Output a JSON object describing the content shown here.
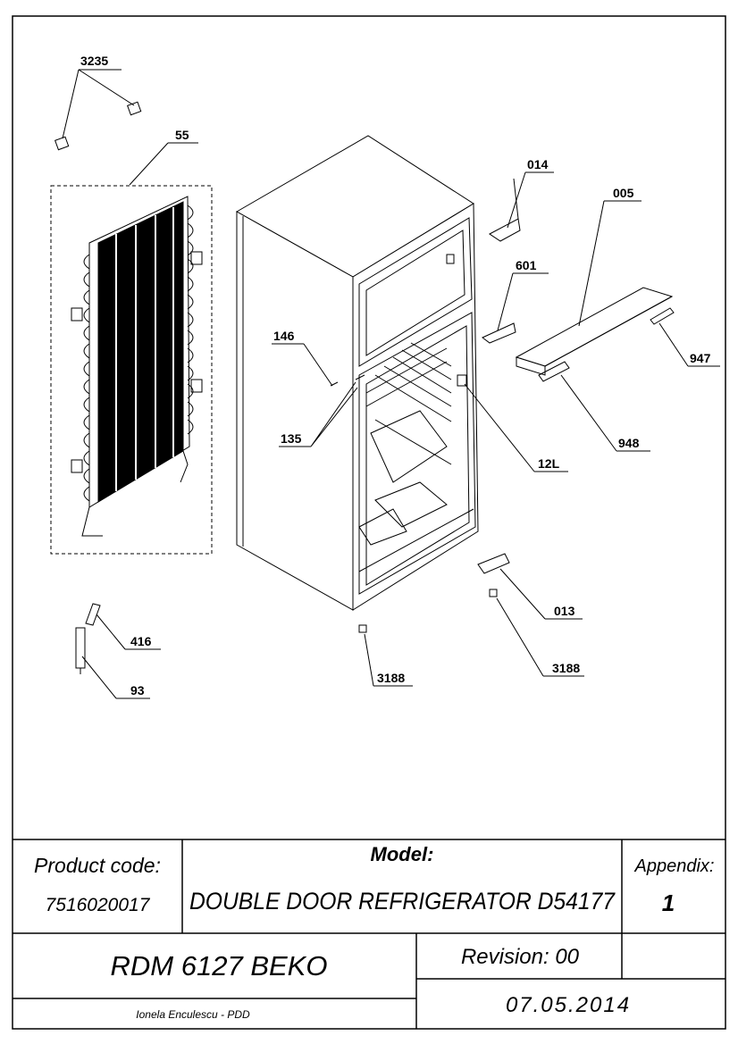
{
  "drawing": {
    "callouts": [
      {
        "key": "c3235",
        "text": "3235"
      },
      {
        "key": "c55",
        "text": "55"
      },
      {
        "key": "c014",
        "text": "014"
      },
      {
        "key": "c005",
        "text": "005"
      },
      {
        "key": "c601",
        "text": "601"
      },
      {
        "key": "c146",
        "text": "146"
      },
      {
        "key": "c947",
        "text": "947"
      },
      {
        "key": "c135",
        "text": "135"
      },
      {
        "key": "c948",
        "text": "948"
      },
      {
        "key": "c12L",
        "text": "12L"
      },
      {
        "key": "c013",
        "text": "013"
      },
      {
        "key": "c416",
        "text": "416"
      },
      {
        "key": "c3188a",
        "text": "3188"
      },
      {
        "key": "c3188b",
        "text": "3188"
      },
      {
        "key": "c93",
        "text": "93"
      }
    ]
  },
  "title_block": {
    "product_code_label": "Product code:",
    "product_code_value": "7516020017",
    "model_label": "Model:",
    "model_value": "DOUBLE DOOR REFRIGERATOR D54177",
    "appendix_label": "Appendix:",
    "appendix_value": "1",
    "product_name": "RDM 6127 BEKO",
    "revision": "Revision: 00",
    "author": "Ionela Enculescu - PDD",
    "date": "07.05.2014"
  }
}
